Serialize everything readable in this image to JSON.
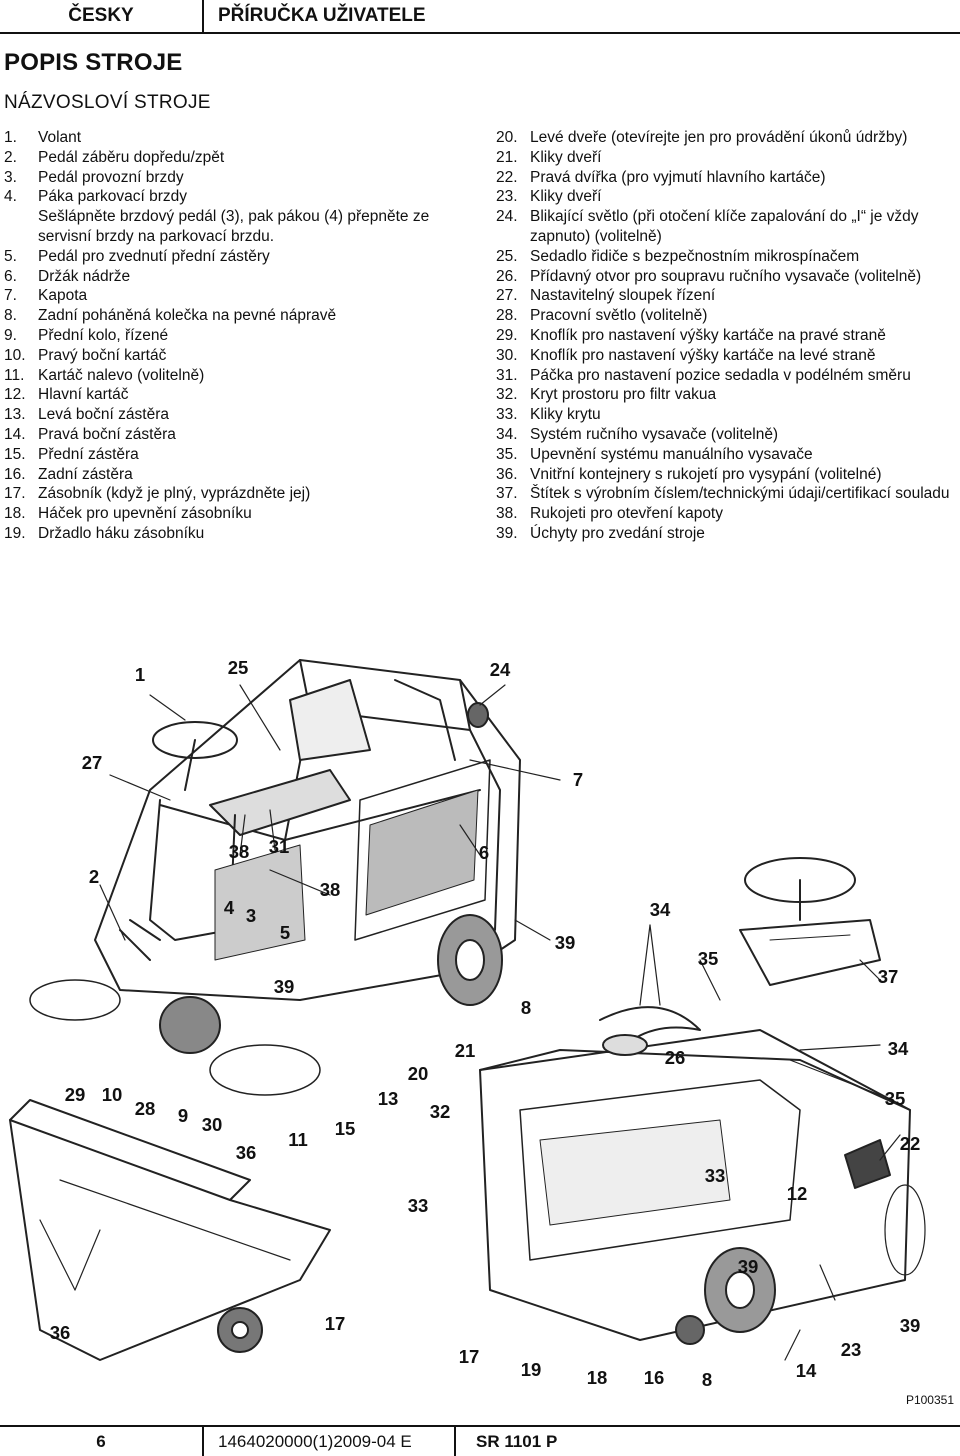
{
  "header": {
    "language": "ČESKY",
    "manual": "PŘÍRUČKA UŽIVATELE"
  },
  "section_title": "POPIS STROJE",
  "subsection_title": "NÁZVOSLOVÍ STROJE",
  "parts_left": [
    {
      "n": "1.",
      "t": "Volant"
    },
    {
      "n": "2.",
      "t": "Pedál záběru dopředu/zpět"
    },
    {
      "n": "3.",
      "t": "Pedál provozní brzdy"
    },
    {
      "n": "4.",
      "t": "Páka parkovací brzdy\nSešlápněte brzdový pedál (3), pak pákou (4) přepněte ze servisní brzdy na parkovací brzdu."
    },
    {
      "n": "5.",
      "t": "Pedál pro zvednutí přední zástěry"
    },
    {
      "n": "6.",
      "t": "Držák nádrže"
    },
    {
      "n": "7.",
      "t": "Kapota"
    },
    {
      "n": "8.",
      "t": "Zadní poháněná kolečka na pevné nápravě"
    },
    {
      "n": "9.",
      "t": "Přední kolo, řízené"
    },
    {
      "n": "10.",
      "t": "Pravý boční kartáč"
    },
    {
      "n": "11.",
      "t": "Kartáč nalevo (volitelně)"
    },
    {
      "n": "12.",
      "t": "Hlavní kartáč"
    },
    {
      "n": "13.",
      "t": "Levá boční zástěra"
    },
    {
      "n": "14.",
      "t": "Pravá boční zástěra"
    },
    {
      "n": "15.",
      "t": "Přední zástěra"
    },
    {
      "n": "16.",
      "t": "Zadní zástěra"
    },
    {
      "n": "17.",
      "t": "Zásobník (když je plný, vyprázdněte jej)"
    },
    {
      "n": "18.",
      "t": "Háček pro upevnění zásobníku"
    },
    {
      "n": "19.",
      "t": "Držadlo háku zásobníku"
    }
  ],
  "parts_right": [
    {
      "n": "20.",
      "t": "Levé dveře (otevírejte jen pro provádění úkonů údržby)"
    },
    {
      "n": "21.",
      "t": "Kliky dveří"
    },
    {
      "n": "22.",
      "t": "Pravá dvířka (pro vyjmutí hlavního kartáče)"
    },
    {
      "n": "23.",
      "t": "Kliky dveří"
    },
    {
      "n": "24.",
      "t": "Blikající světlo (při otočení klíče zapalování do „I“ je vždy zapnuto) (volitelně)"
    },
    {
      "n": "25.",
      "t": "Sedadlo řidiče s bezpečnostním mikrospínačem"
    },
    {
      "n": "26.",
      "t": "Přídavný otvor pro soupravu ručního vysavače (volitelně)"
    },
    {
      "n": "27.",
      "t": "Nastavitelný sloupek řízení"
    },
    {
      "n": "28.",
      "t": "Pracovní světlo (volitelně)"
    },
    {
      "n": "29.",
      "t": "Knoflík pro nastavení výšky kartáče na pravé straně"
    },
    {
      "n": "30.",
      "t": "Knoflík pro nastavení výšky kartáče na levé straně"
    },
    {
      "n": "31.",
      "t": "Páčka pro nastavení pozice sedadla v podélném směru"
    },
    {
      "n": "32.",
      "t": "Kryt prostoru pro filtr vakua"
    },
    {
      "n": "33.",
      "t": "Kliky krytu"
    },
    {
      "n": "34.",
      "t": "Systém ručního vysavače (volitelně)"
    },
    {
      "n": "35.",
      "t": "Upevnění systému manuálního vysavače"
    },
    {
      "n": "36.",
      "t": "Vnitřní kontejnery s rukojetí pro vysypání (volitelné)"
    },
    {
      "n": "37.",
      "t": "Štítek s výrobním číslem/technickými údaji/certifikací souladu"
    },
    {
      "n": "38.",
      "t": "Rukojeti pro otevření kapoty"
    },
    {
      "n": "39.",
      "t": "Úchyty pro zvedání stroje"
    }
  ],
  "callouts": [
    "1",
    "25",
    "24",
    "27",
    "7",
    "2",
    "38",
    "31",
    "6",
    "38",
    "4",
    "3",
    "5",
    "34",
    "39",
    "35",
    "37",
    "39",
    "8",
    "21",
    "26",
    "34",
    "29",
    "10",
    "28",
    "9",
    "30",
    "20",
    "36",
    "13",
    "32",
    "15",
    "11",
    "35",
    "22",
    "33",
    "12",
    "33",
    "39",
    "36",
    "17",
    "39",
    "17",
    "19",
    "18",
    "16",
    "8",
    "14",
    "23"
  ],
  "figure_code": "P100351",
  "footer": {
    "page": "6",
    "doc": "1464020000(1)2009-04 E",
    "model": "SR 1101 P"
  }
}
